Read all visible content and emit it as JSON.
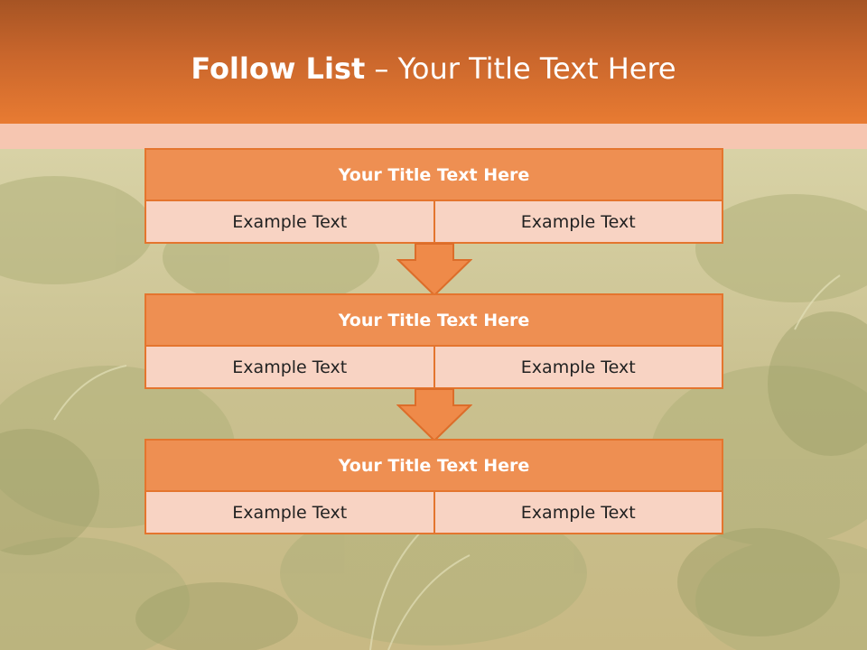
{
  "slide": {
    "title_bold": "Follow List",
    "title_rest": " – Your Title Text Here"
  },
  "steps": [
    {
      "title": "Your Title Text Here",
      "left": "Example Text",
      "right": "Example Text"
    },
    {
      "title": "Your Title Text Here",
      "left": "Example Text",
      "right": "Example Text"
    },
    {
      "title": "Your Title Text Here",
      "left": "Example Text",
      "right": "Example Text"
    }
  ],
  "colors": {
    "header": "#e87b32",
    "band": "#f6c6b1",
    "box_title": "#ee8f52",
    "box_cell": "#f8d3c3",
    "border": "#e4752e"
  },
  "background": "faded-cabbage-field-photo"
}
